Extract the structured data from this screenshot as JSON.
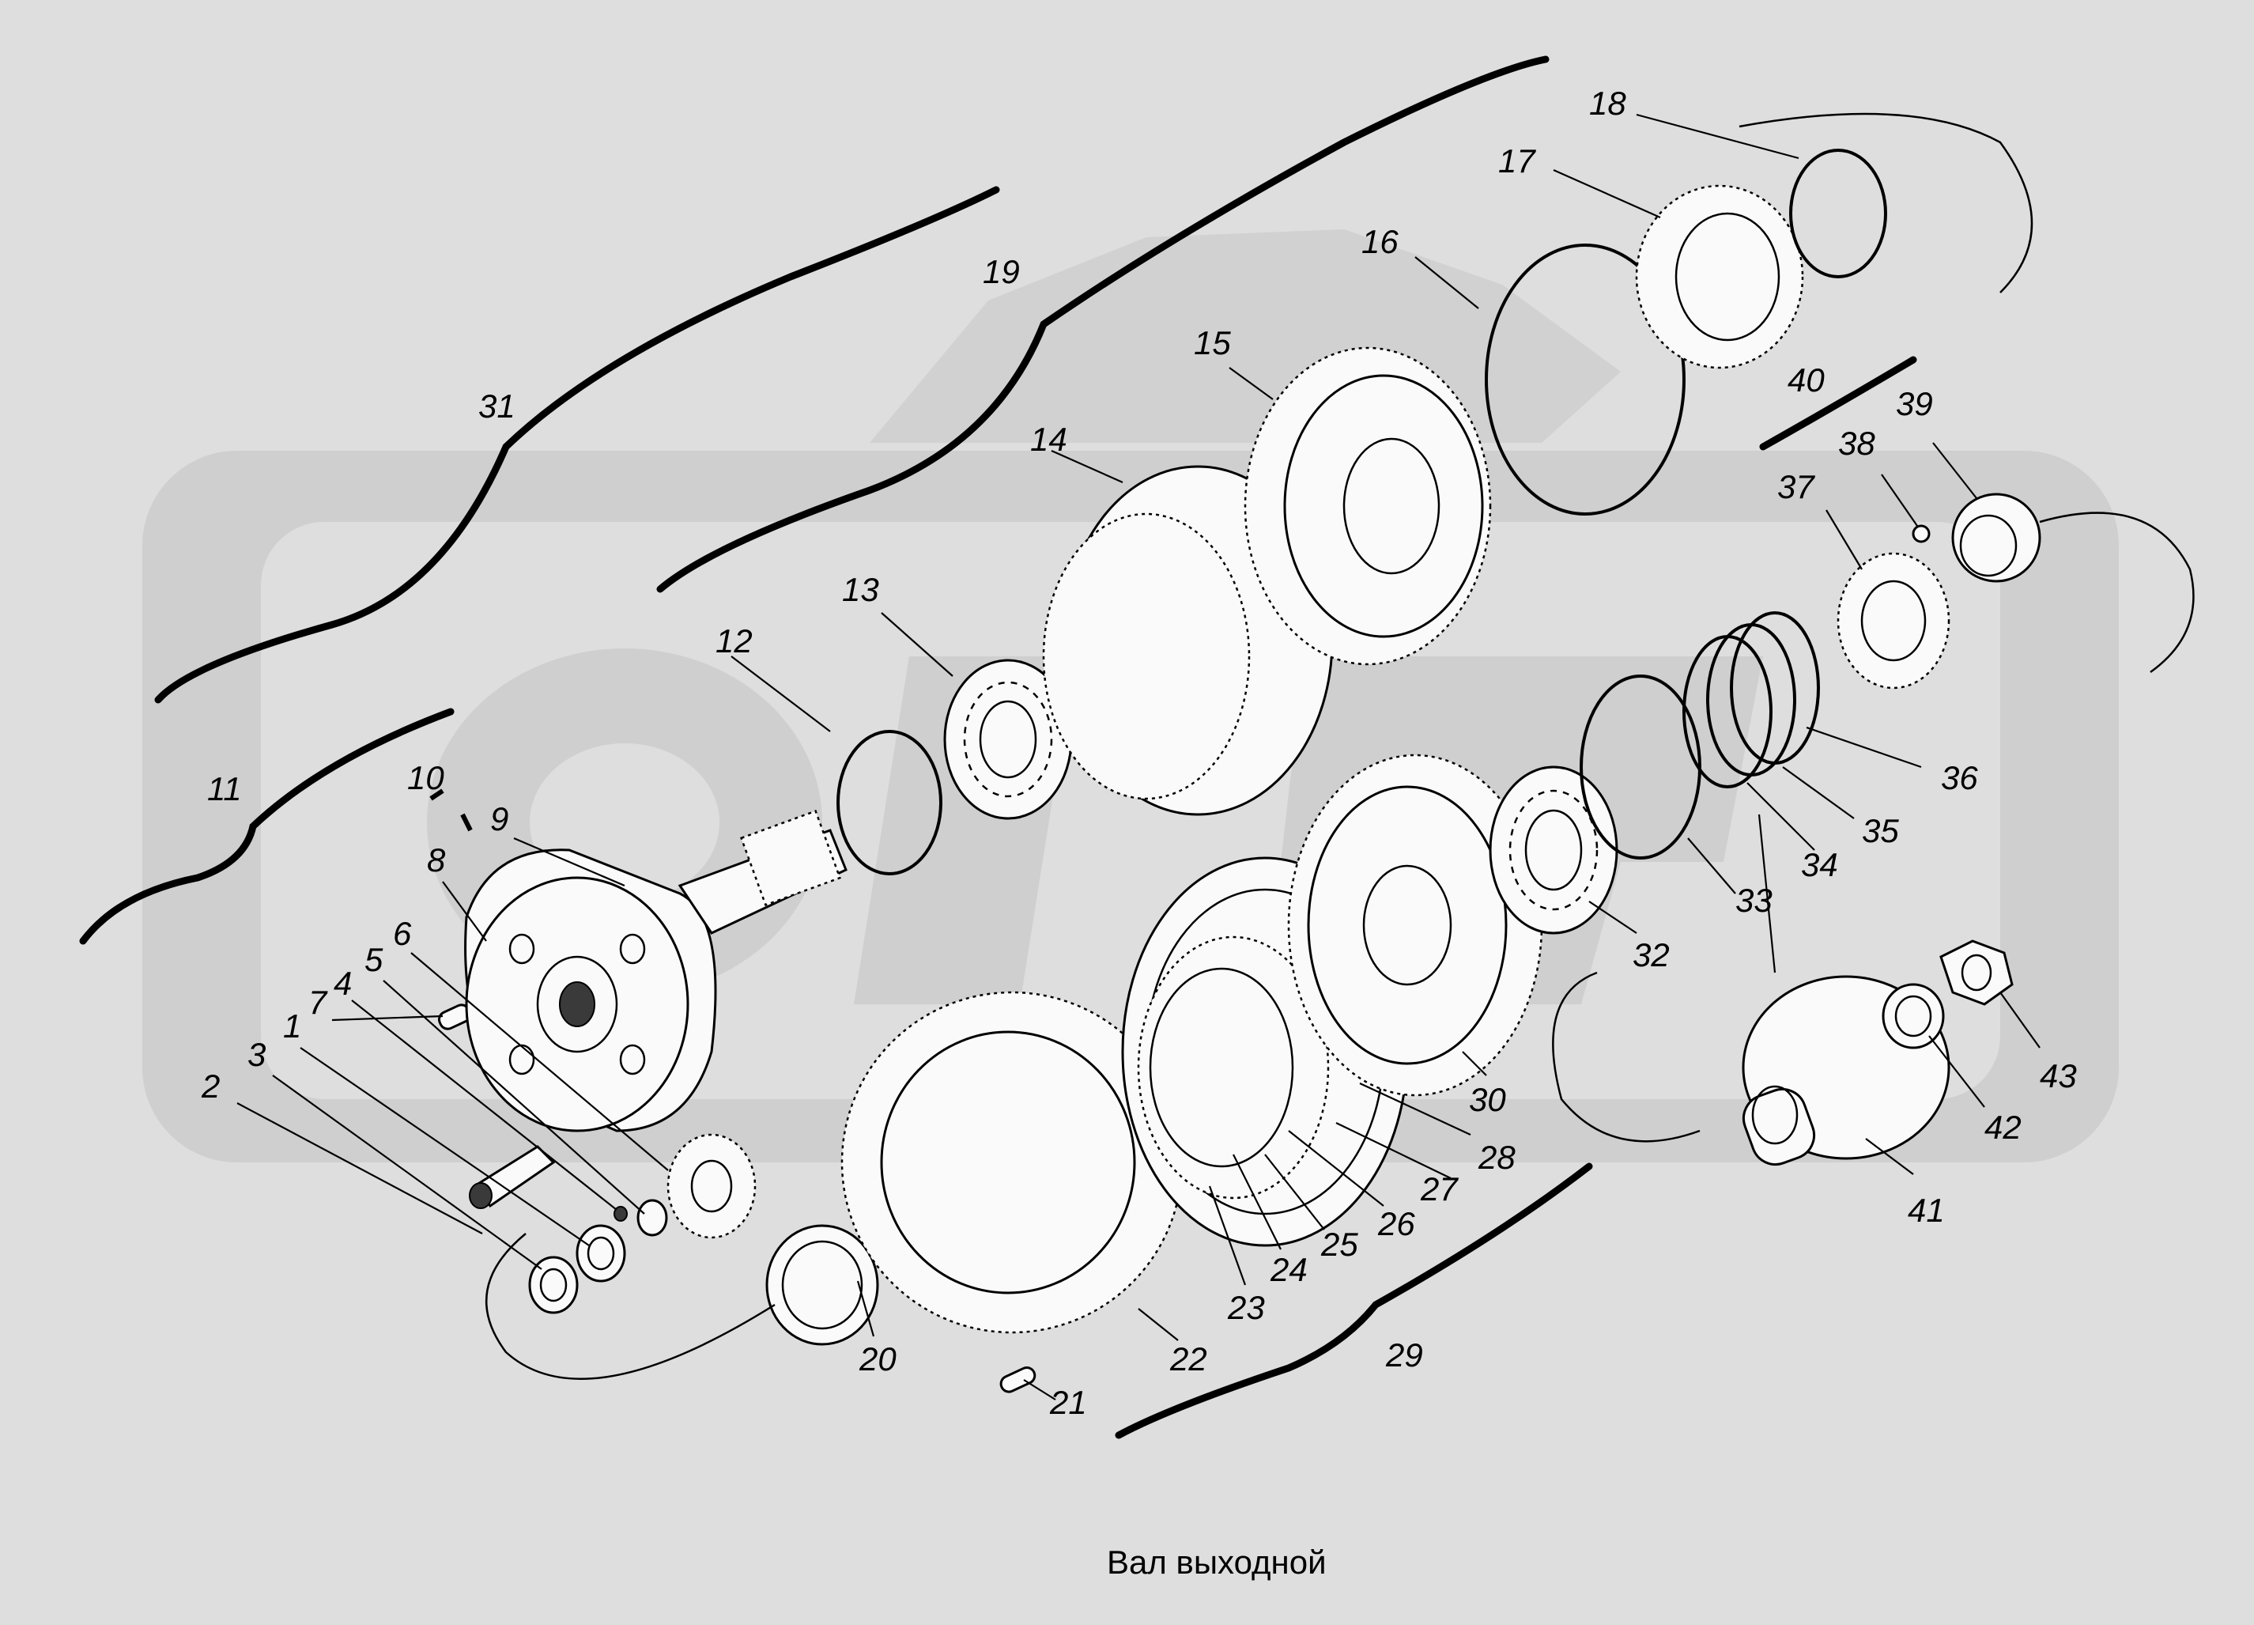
{
  "caption": "Вал выходной",
  "labels": [
    "1",
    "2",
    "3",
    "4",
    "5",
    "6",
    "7",
    "8",
    "9",
    "10",
    "11",
    "12",
    "13",
    "14",
    "15",
    "16",
    "17",
    "18",
    "19",
    "20",
    "21",
    "22",
    "23",
    "24",
    "25",
    "26",
    "27",
    "28",
    "29",
    "30",
    "31",
    "32",
    "33",
    "34",
    "35",
    "36",
    "37",
    "38",
    "39",
    "40",
    "41",
    "42",
    "43"
  ]
}
